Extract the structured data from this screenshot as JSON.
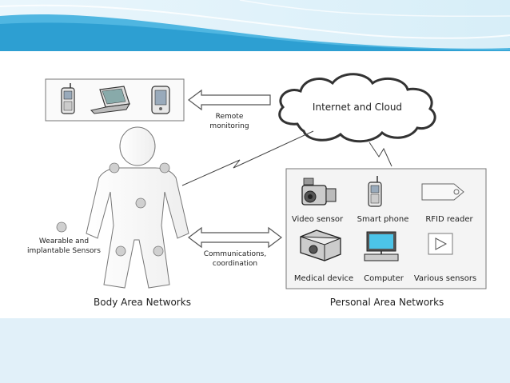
{
  "diagram": {
    "cloud_label": "Internet and Cloud",
    "remote_label_1": "Remote",
    "remote_label_2": "monitoring",
    "comm_label_1": "Communications,",
    "comm_label_2": "coordination",
    "sensors_label_1": "Wearable and",
    "sensors_label_2": "implantable Sensors",
    "ban_title": "Body Area Networks",
    "pan_title": "Personal Area Networks",
    "pan_devices": {
      "video_sensor": "Video sensor",
      "smart_phone": "Smart phone",
      "rfid_reader": "RFID reader",
      "medical_device": "Medical device",
      "computer": "Computer",
      "various_sensors": "Various sensors"
    }
  },
  "colors": {
    "header_light": "#e6f4fb",
    "header_blue": "#4fb6e1",
    "footer_bg": "#e1f0f9",
    "sensor_fill": "#d0d0d0"
  }
}
